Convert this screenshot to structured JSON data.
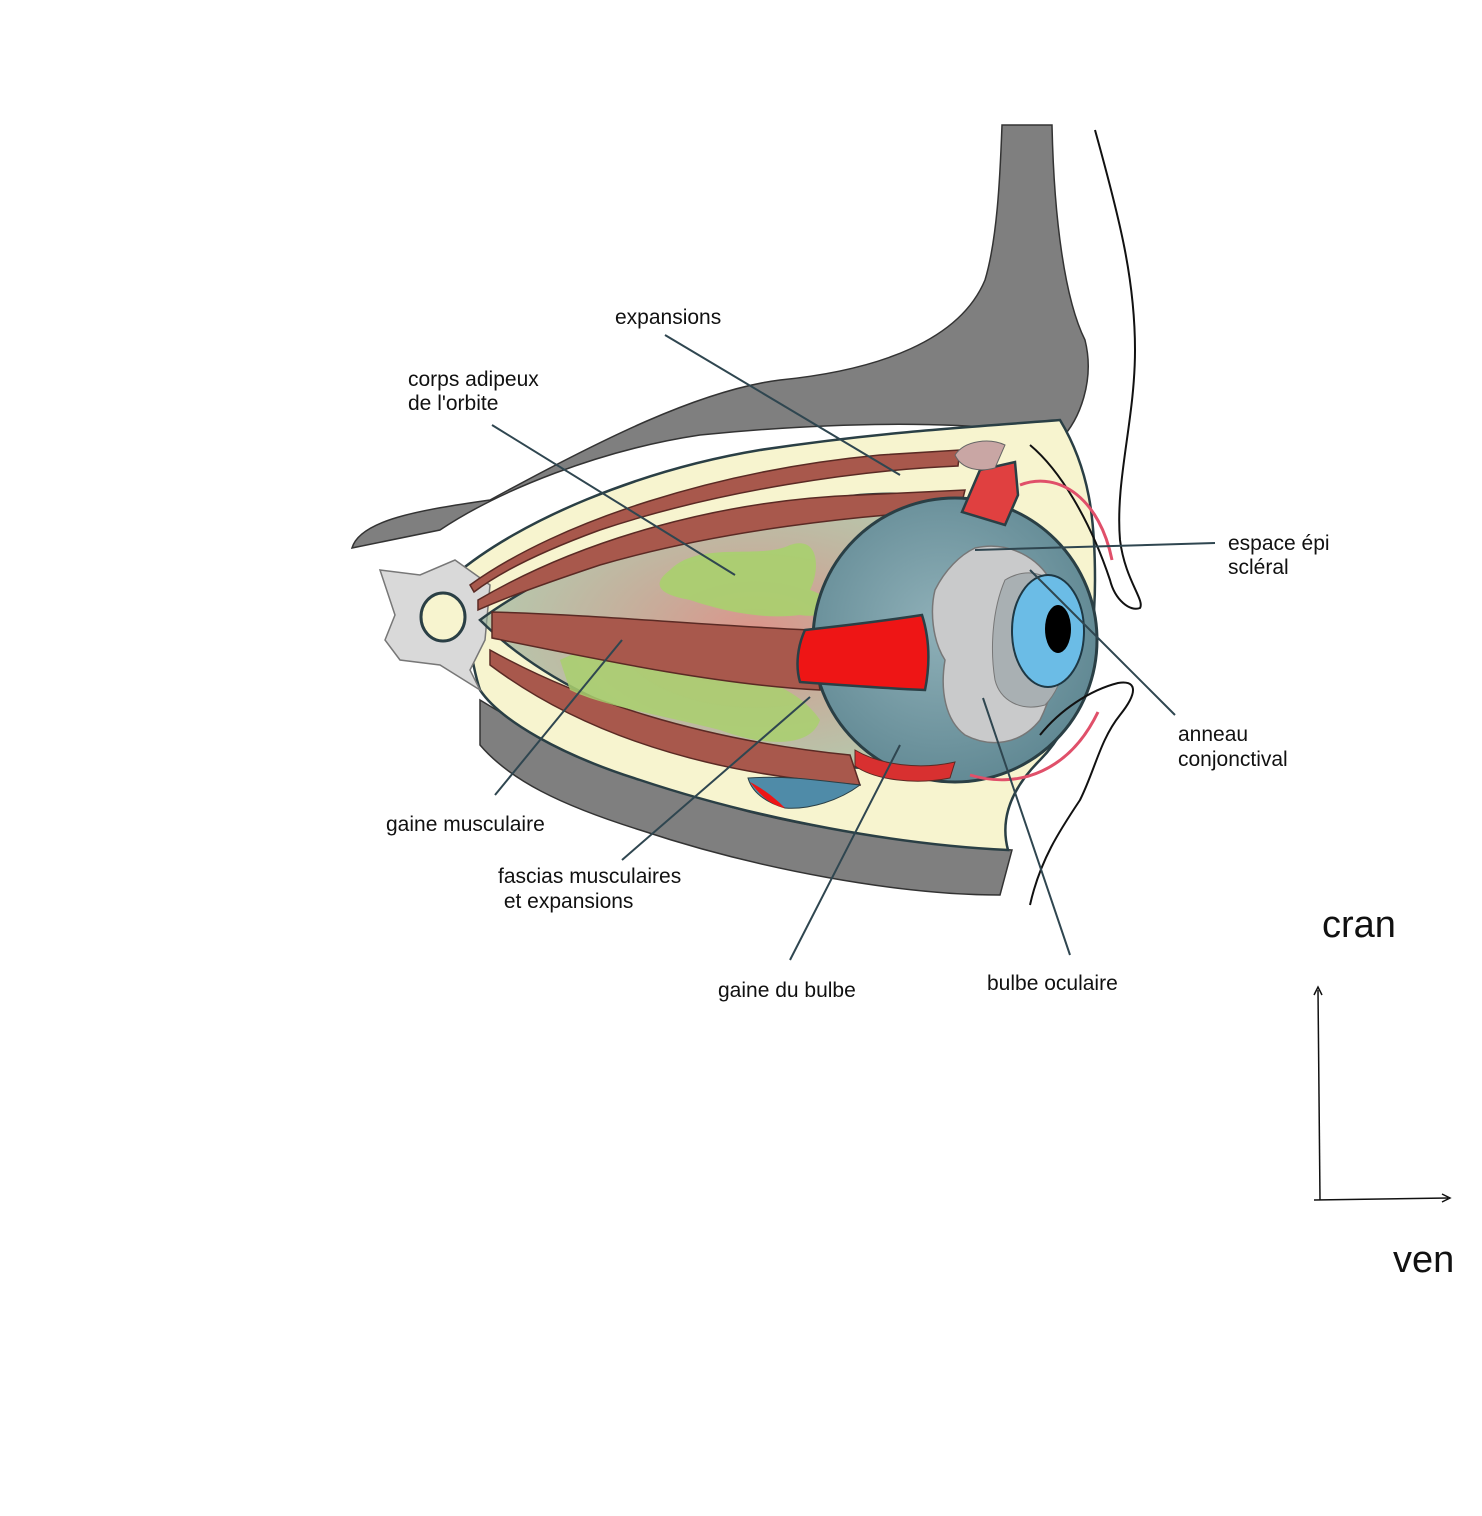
{
  "labels": {
    "expansions": "expansions",
    "corps_adipeux_1": "corps adipeux",
    "corps_adipeux_2": "de l'orbite",
    "espace_episcleral_1": "espace épi",
    "espace_episcleral_2": "scléral",
    "anneau_1": "anneau",
    "anneau_2": "conjonctival",
    "gaine_musculaire": "gaine musculaire",
    "fascias_1": "fascias musculaires",
    "fascias_2": " et expansions",
    "gaine_bulbe": "gaine du bulbe",
    "bulbe_oculaire": "bulbe oculaire"
  },
  "orientation": {
    "vertical": "cran",
    "horizontal": "ven"
  },
  "colors": {
    "bone": "#7f7f7f",
    "fat_fill": "#f7f4cf",
    "muscle": "#a8584c",
    "muscle_highlight": "#ee1515",
    "fat_body": "#a9d06e",
    "eyeball": "#6f949e",
    "sclera": "#c9cacb",
    "iris": "#6bbce6",
    "eyelid": "#e0506a",
    "leader": "#2f4650"
  }
}
